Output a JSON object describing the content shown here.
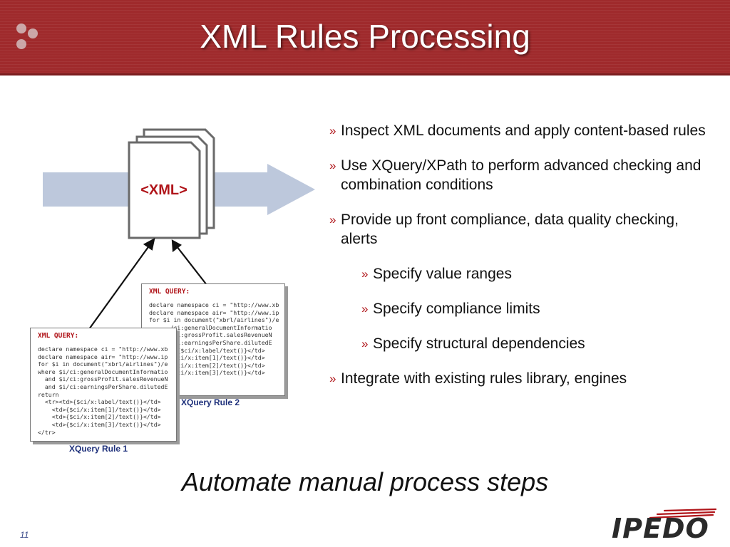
{
  "slide": {
    "title": "XML Rules Processing",
    "number": "11",
    "colors": {
      "header": "#9f2a2c",
      "accent": "#b0151a",
      "caption": "#1d2f7a",
      "arrow": "#bdc8dc"
    }
  },
  "diagram": {
    "xml_label": "<XML>",
    "rule2": {
      "header": "XML QUERY:",
      "lines": [
        "declare namespace ci = \"http://www.xb",
        "declare namespace air= \"http://www.ip",
        "for $i in document(\"xbrl/airlines\")/e",
        "      /ci:generalDocumentInformatio",
        "      /ci:grossProfit.salesRevenueN",
        "      /ci:earningsPerShare.dilutedE",
        "",
        "      d>{$ci/x:label/text()}</td>",
        "      {$ci/x:item[1]/text()}</td>",
        "      {$ci/x:item[2]/text()}</td>",
        "      {$ci/x:item[3]/text()}</td>"
      ],
      "caption": "XQuery Rule 2"
    },
    "rule1": {
      "header": "XML QUERY:",
      "lines": [
        "declare namespace ci = \"http://www.xb",
        "declare namespace air= \"http://www.ip",
        "for $i in document(\"xbrl/airlines\")/e",
        "where $i/ci:generalDocumentInformatio",
        "  and $i/ci:grossProfit.salesRevenueN",
        "  and $i/ci:earningsPerShare.dilutedE",
        "return",
        "  <tr><td>{$ci/x:label/text()}</td>",
        "    <td>{$ci/x:item[1]/text()}</td>",
        "    <td>{$ci/x:item[2]/text()}</td>",
        "    <td>{$ci/x:item[3]/text()}</td>",
        "</tr>"
      ],
      "caption": "XQuery Rule 1"
    }
  },
  "bullets": {
    "marker": "»",
    "items": [
      {
        "text": "Inspect XML documents and apply content-based rules"
      },
      {
        "text": "Use XQuery/XPath to perform advanced checking and combination conditions"
      },
      {
        "text": "Provide up front compliance, data quality checking, alerts"
      },
      {
        "text": "Specify value ranges"
      },
      {
        "text": "Specify compliance limits"
      },
      {
        "text": "Specify structural dependencies"
      },
      {
        "text": "Integrate with existing rules library, engines"
      }
    ]
  },
  "tagline": "Automate manual process steps",
  "logo": {
    "text": "IPEDO"
  }
}
